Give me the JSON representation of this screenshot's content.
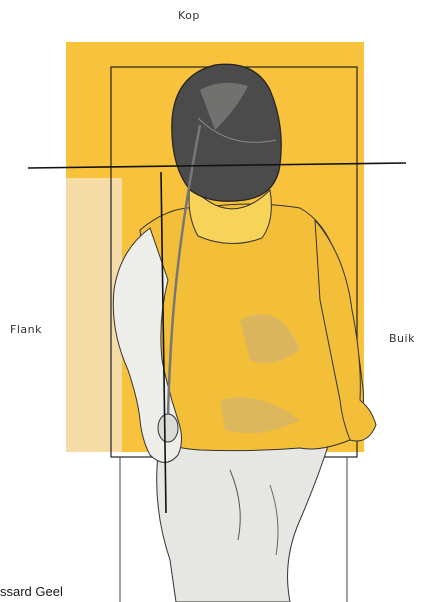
{
  "labels": {
    "top": "Kop",
    "left": "Flank",
    "right": "Buik"
  },
  "caption": "ssard Geel",
  "colors": {
    "target_zone": "#F6BA2A",
    "target_zone_light": "#F6D79A",
    "line": "#111111"
  }
}
